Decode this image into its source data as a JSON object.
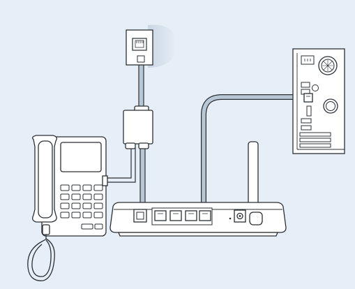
{
  "diagram": {
    "background_color": "#e6eef7",
    "line_color": "#2b2f33",
    "cable_fill": "#b9c7d4",
    "device_fill": "#ffffff",
    "components": [
      {
        "id": "wall-jack",
        "icon": "phone-wall-jack-icon"
      },
      {
        "id": "dsl-filter",
        "icon": "dsl-microfilter-icon"
      },
      {
        "id": "telephone",
        "icon": "desk-telephone-icon"
      },
      {
        "id": "router",
        "icon": "wireless-router-icon",
        "lan_ports": 4,
        "wan_ports": 1
      },
      {
        "id": "computer",
        "icon": "desktop-computer-tower-icon"
      }
    ],
    "connections": [
      {
        "from": "wall-jack",
        "to": "dsl-filter"
      },
      {
        "from": "dsl-filter",
        "to": "telephone"
      },
      {
        "from": "dsl-filter",
        "to": "router"
      },
      {
        "from": "router",
        "to": "computer"
      }
    ]
  }
}
